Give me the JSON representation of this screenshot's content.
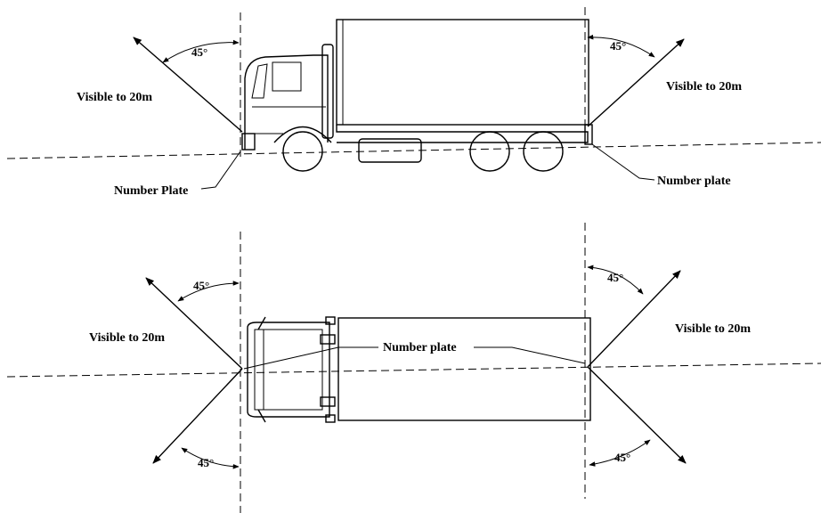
{
  "side_view": {
    "front_visible_label": "Visible to 20m",
    "rear_visible_label": "Visible to 20m",
    "front_angle_label": "45°",
    "rear_angle_label": "45°",
    "front_plate_label": "Number Plate",
    "rear_plate_label": "Number plate"
  },
  "top_view": {
    "front_visible_label": "Visible to 20m",
    "rear_visible_label": "Visible to 20m",
    "front_upper_angle_label": "45°",
    "front_lower_angle_label": "45°",
    "rear_upper_angle_label": "45°",
    "rear_lower_angle_label": "45°",
    "plate_label": "Number plate"
  }
}
